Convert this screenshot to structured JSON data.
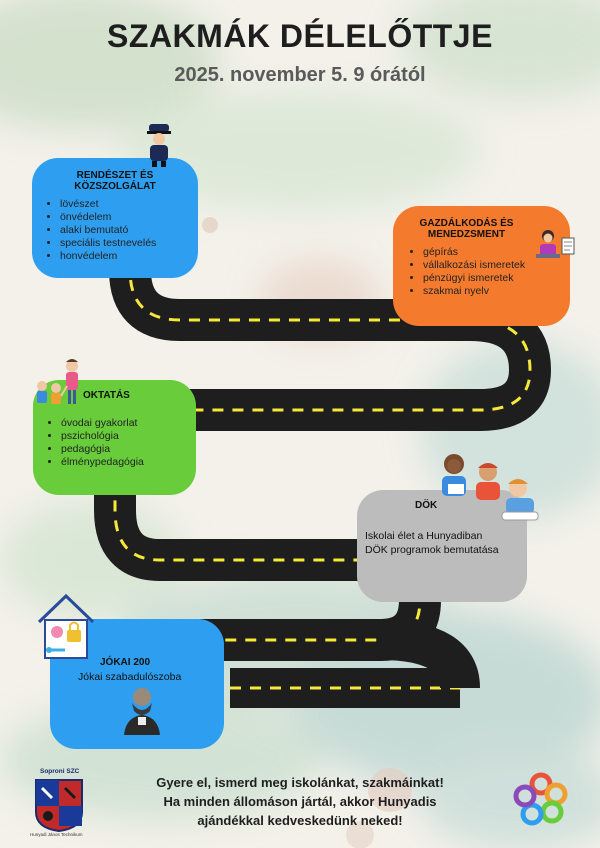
{
  "header": {
    "title": "SZAKMÁK DÉLELŐTTJE",
    "subtitle": "2025. november 5. 9 órától"
  },
  "stations": {
    "rendeszet": {
      "title": "RENDÉSZET ÉS KÖZSZOLGÁLAT",
      "items": [
        "lövészet",
        "önvédelem",
        "alaki bemutató",
        "speciális testnevelés",
        "honvédelem"
      ]
    },
    "gazdalkodas": {
      "title_line1": "GAZDÁLKODÁS ÉS",
      "title_line2": "MENEDZSMENT",
      "items": [
        "gépírás",
        "vállalkozási ismeretek",
        "pénzügyi ismeretek",
        "szakmai nyelv"
      ]
    },
    "oktatas": {
      "title": "OKTATÁS",
      "items": [
        "óvodai gyakorlat",
        "pszichológia",
        "pedagógia",
        "élménypedagógia"
      ]
    },
    "dok": {
      "title": "DÖK",
      "lines": [
        "Iskolai élet a Hunyadiban",
        "DÖK programok bemutatása"
      ]
    },
    "jokai": {
      "title": "JÓKAI 200",
      "line": "Jókai szabadulószoba"
    }
  },
  "footer": {
    "lines": [
      "Gyere el, ismerd meg iskolánkat, szakmáinkat!",
      "Ha minden állomáson jártál, akkor Hunyadis",
      "ajándékkal kedveskedünk neked!"
    ]
  },
  "logo": {
    "crest_top": "Soproni SZC",
    "crest_bottom": "Hunyadi János Technikum"
  },
  "icons": {
    "police": "police-officer-icon",
    "worker": "office-worker-icon",
    "children": "children-icon",
    "kids_reading": "kids-reading-icon",
    "escape_room": "locked-house-icon",
    "portrait": "jokai-portrait-icon",
    "crest": "school-crest-icon",
    "flower": "colorful-flower-logo-icon"
  },
  "colors": {
    "blue": "#2e9ff0",
    "orange": "#f47a2e",
    "green": "#68cc3b",
    "gray": "#bcbcbc",
    "road": "#1e1e1e",
    "lane": "#f5e83a"
  }
}
